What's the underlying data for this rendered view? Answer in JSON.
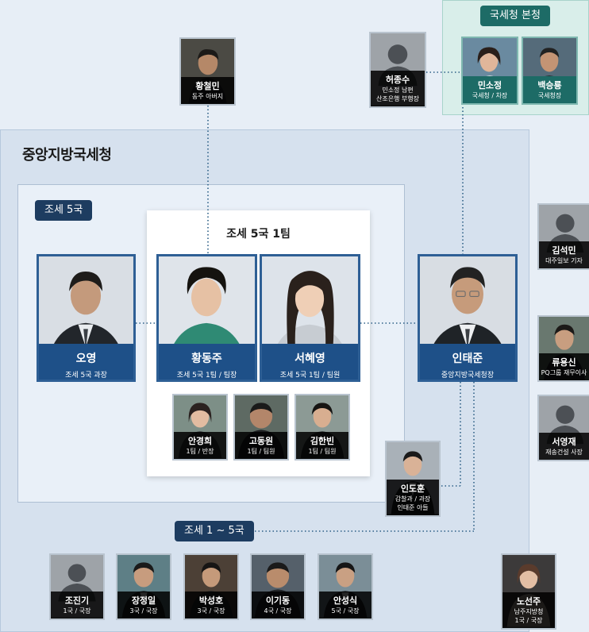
{
  "regions": {
    "hq_label": "국세청 본청",
    "central_title": "중앙지방국세청",
    "bureau5_label": "조세 5국",
    "team1_title": "조세 5국 1팀",
    "bureau1_5_label": "조세 1 ~ 5국"
  },
  "people": {
    "hwang_cheolmin": {
      "name": "황철민",
      "role": "동주 아버지"
    },
    "heo_jongsu": {
      "name": "허종수",
      "role_line1": "민소정 남편",
      "role_line2": "산조은행 부행장"
    },
    "min_sojeong": {
      "name": "민소정",
      "role": "국세청 / 차장"
    },
    "baek_seungryong": {
      "name": "백승룡",
      "role": "국세청장"
    },
    "oh_young": {
      "name": "오영",
      "role": "조세 5국 과장"
    },
    "hwang_dongju": {
      "name": "황동주",
      "role": "조세 5국 1팀 / 팀장"
    },
    "seo_hyeyeong": {
      "name": "서혜영",
      "role": "조세 5국 1팀 / 팀원"
    },
    "in_taejun": {
      "name": "인태준",
      "role": "중앙지방국세청장"
    },
    "ahn_gyeonghui": {
      "name": "안경희",
      "role": "1팀 / 반장"
    },
    "go_dongwon": {
      "name": "고동원",
      "role": "1팀 / 팀원"
    },
    "kim_hanbin": {
      "name": "김한빈",
      "role": "1팀 / 팀원"
    },
    "in_dohun": {
      "name": "인도훈",
      "role_line1": "감찰과 / 과장",
      "role_line2": "인태준 아들"
    },
    "kim_seokmin": {
      "name": "김석민",
      "role": "대주일보 기자"
    },
    "ryu_yongsin": {
      "name": "류용신",
      "role": "PQ그룹 재무이사"
    },
    "seo_yeongjae": {
      "name": "서영재",
      "role": "재송건설 사장"
    },
    "jo_jingi": {
      "name": "조진기",
      "role": "1국 / 국장"
    },
    "jang_jeongil": {
      "name": "장정일",
      "role": "3국 / 국장"
    },
    "park_seongho": {
      "name": "박성호",
      "role": "3국 / 국장"
    },
    "lee_gidong": {
      "name": "이기동",
      "role": "4국 / 국장"
    },
    "ahn_seongsik": {
      "name": "안성식",
      "role": "5국 / 국장"
    },
    "no_seonju": {
      "name": "노선주",
      "role_line1": "남주지방청",
      "role_line2": "1국 / 국장"
    }
  },
  "colors": {
    "primary_navy": "#1d3c60",
    "card_blue": "#1e5088",
    "hq_teal": "#1d6b66",
    "connector_dots": "#2c5f86"
  }
}
